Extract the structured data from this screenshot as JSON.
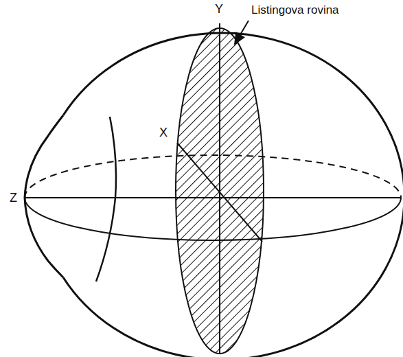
{
  "diagram": {
    "labels": [
      "Listingova rovina",
      "Y",
      "X",
      "Z"
    ]
  }
}
